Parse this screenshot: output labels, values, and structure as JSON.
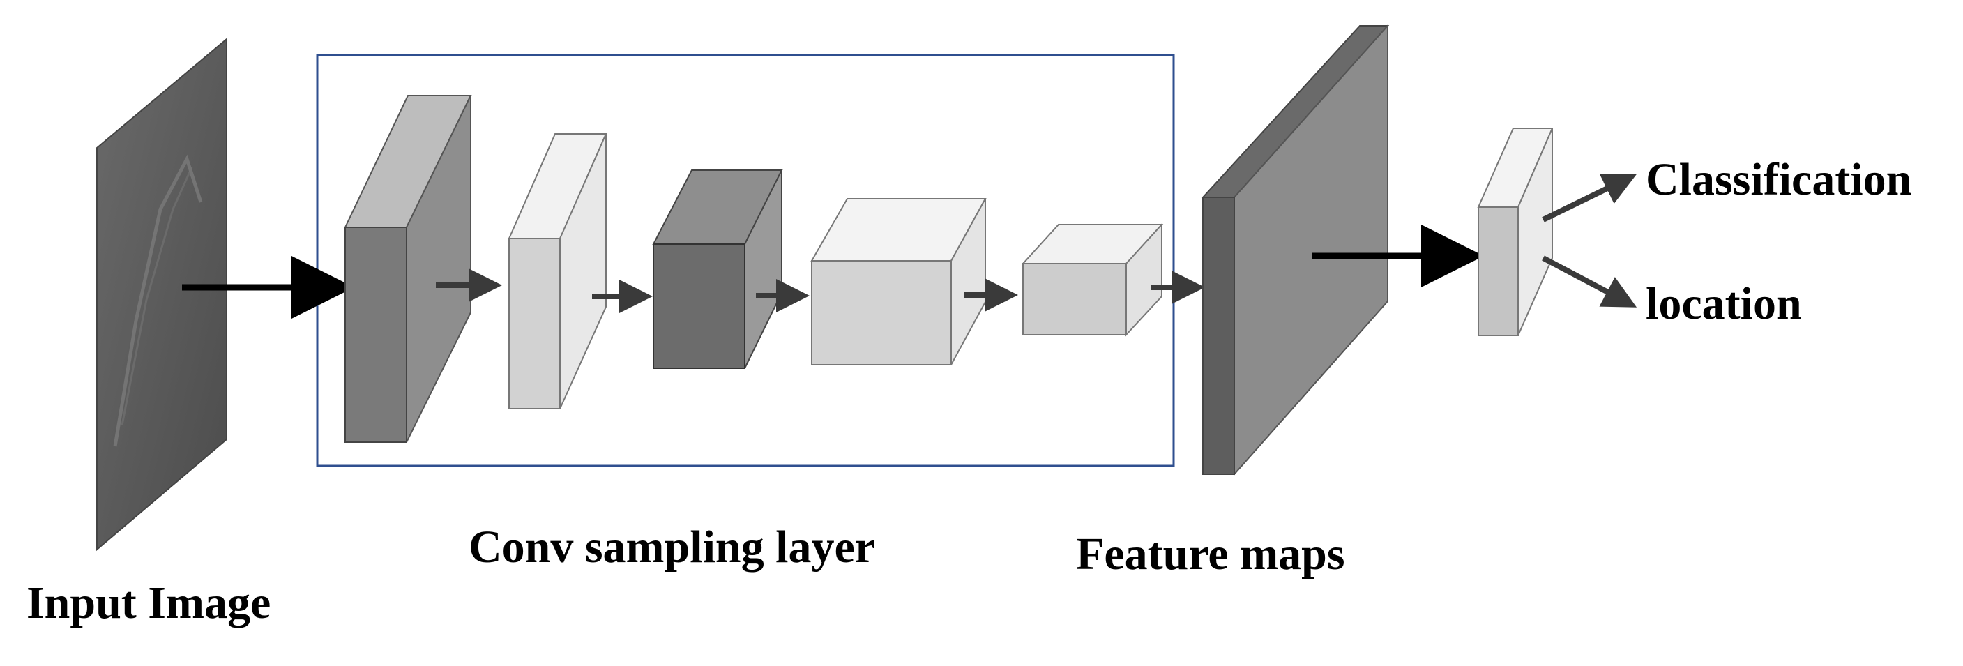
{
  "labels": {
    "input_image": "Input Image",
    "conv_layer": "Conv sampling layer",
    "feature_maps": "Feature maps",
    "classification": "Classification",
    "location": "location"
  },
  "colors": {
    "frame_border": "#2f4f8f",
    "arrow": "#000000",
    "small_arrow": "#3a3a3a",
    "input_face": "#5a5a5a",
    "dark_block": "#6f6f6f",
    "light_block": "#c8c8c8",
    "feature_face": "#8a8a8a"
  },
  "icons": {
    "input": "input-image-plane-icon",
    "blocks": "conv-block-icon",
    "feature": "feature-map-slab-icon",
    "head": "output-head-block-icon"
  }
}
